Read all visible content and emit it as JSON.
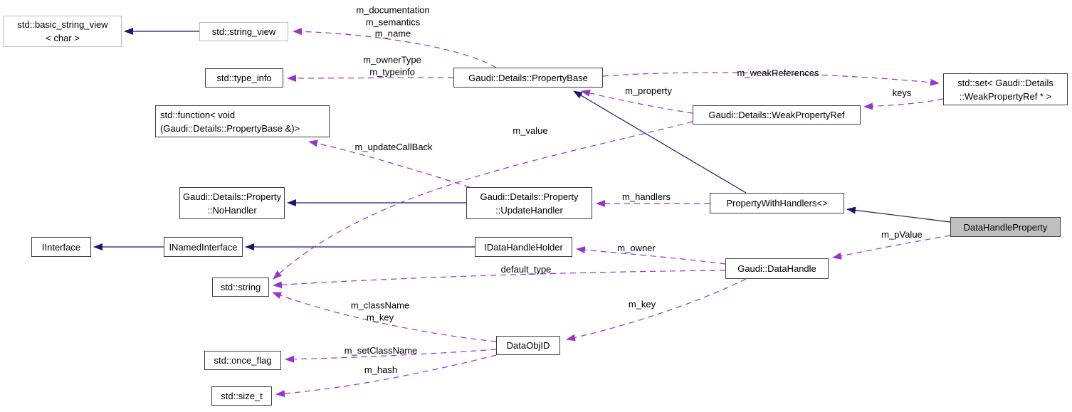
{
  "diagram": {
    "type": "class-collaboration-graph",
    "highlighted_class": "DataHandleProperty",
    "colors": {
      "inheritance_edge": "#191970",
      "usage_edge": "#9a32cd",
      "node_border": "#404040",
      "external_node_border": "#bcbcbc",
      "highlight_fill": "#bfbfbf",
      "background": "#ffffff"
    },
    "nodes": {
      "basic_string_view": {
        "label": "std::basic_string_view\n< char >"
      },
      "string_view": {
        "label": "std::string_view"
      },
      "type_info": {
        "label": "std::type_info"
      },
      "function": {
        "label": "std::function< void\n(Gaudi::Details::PropertyBase &)>"
      },
      "property_base": {
        "label": "Gaudi::Details::PropertyBase"
      },
      "weak_property_ref": {
        "label": "Gaudi::Details::WeakPropertyRef"
      },
      "set_weak_property_ref": {
        "label": "std::set< Gaudi::Details\n::WeakPropertyRef * >"
      },
      "no_handler": {
        "label": "Gaudi::Details::Property\n::NoHandler"
      },
      "update_handler": {
        "label": "Gaudi::Details::Property\n::UpdateHandler"
      },
      "property_with_handlers": {
        "label": "PropertyWithHandlers<>"
      },
      "data_handle_property": {
        "label": "DataHandleProperty"
      },
      "iinterface": {
        "label": "IInterface"
      },
      "inamed_interface": {
        "label": "INamedInterface"
      },
      "idata_handle_holder": {
        "label": "IDataHandleHolder"
      },
      "data_handle": {
        "label": "Gaudi::DataHandle"
      },
      "string": {
        "label": "std::string"
      },
      "data_obj_id": {
        "label": "DataObjID"
      },
      "once_flag": {
        "label": "std::once_flag"
      },
      "size_t": {
        "label": "std::size_t"
      }
    },
    "edge_labels": {
      "name_doc_semantics": {
        "label": "m_documentation\nm_semantics\nm_name"
      },
      "owner_type_typeinfo": {
        "label": "m_ownerType\nm_typeinfo"
      },
      "weak_references": {
        "label": "m_weakReferences"
      },
      "keys": {
        "label": "keys"
      },
      "property": {
        "label": "m_property"
      },
      "value": {
        "label": "m_value"
      },
      "update_callback": {
        "label": "m_updateCallBack"
      },
      "handlers": {
        "label": "m_handlers"
      },
      "owner": {
        "label": "m_owner"
      },
      "default_type": {
        "label": "default_type"
      },
      "p_value": {
        "label": "m_pValue"
      },
      "key": {
        "label": "m_key"
      },
      "classname_key": {
        "label": "m_className\nm_key"
      },
      "set_classname": {
        "label": "m_setClassName"
      },
      "hash": {
        "label": "m_hash"
      }
    }
  }
}
